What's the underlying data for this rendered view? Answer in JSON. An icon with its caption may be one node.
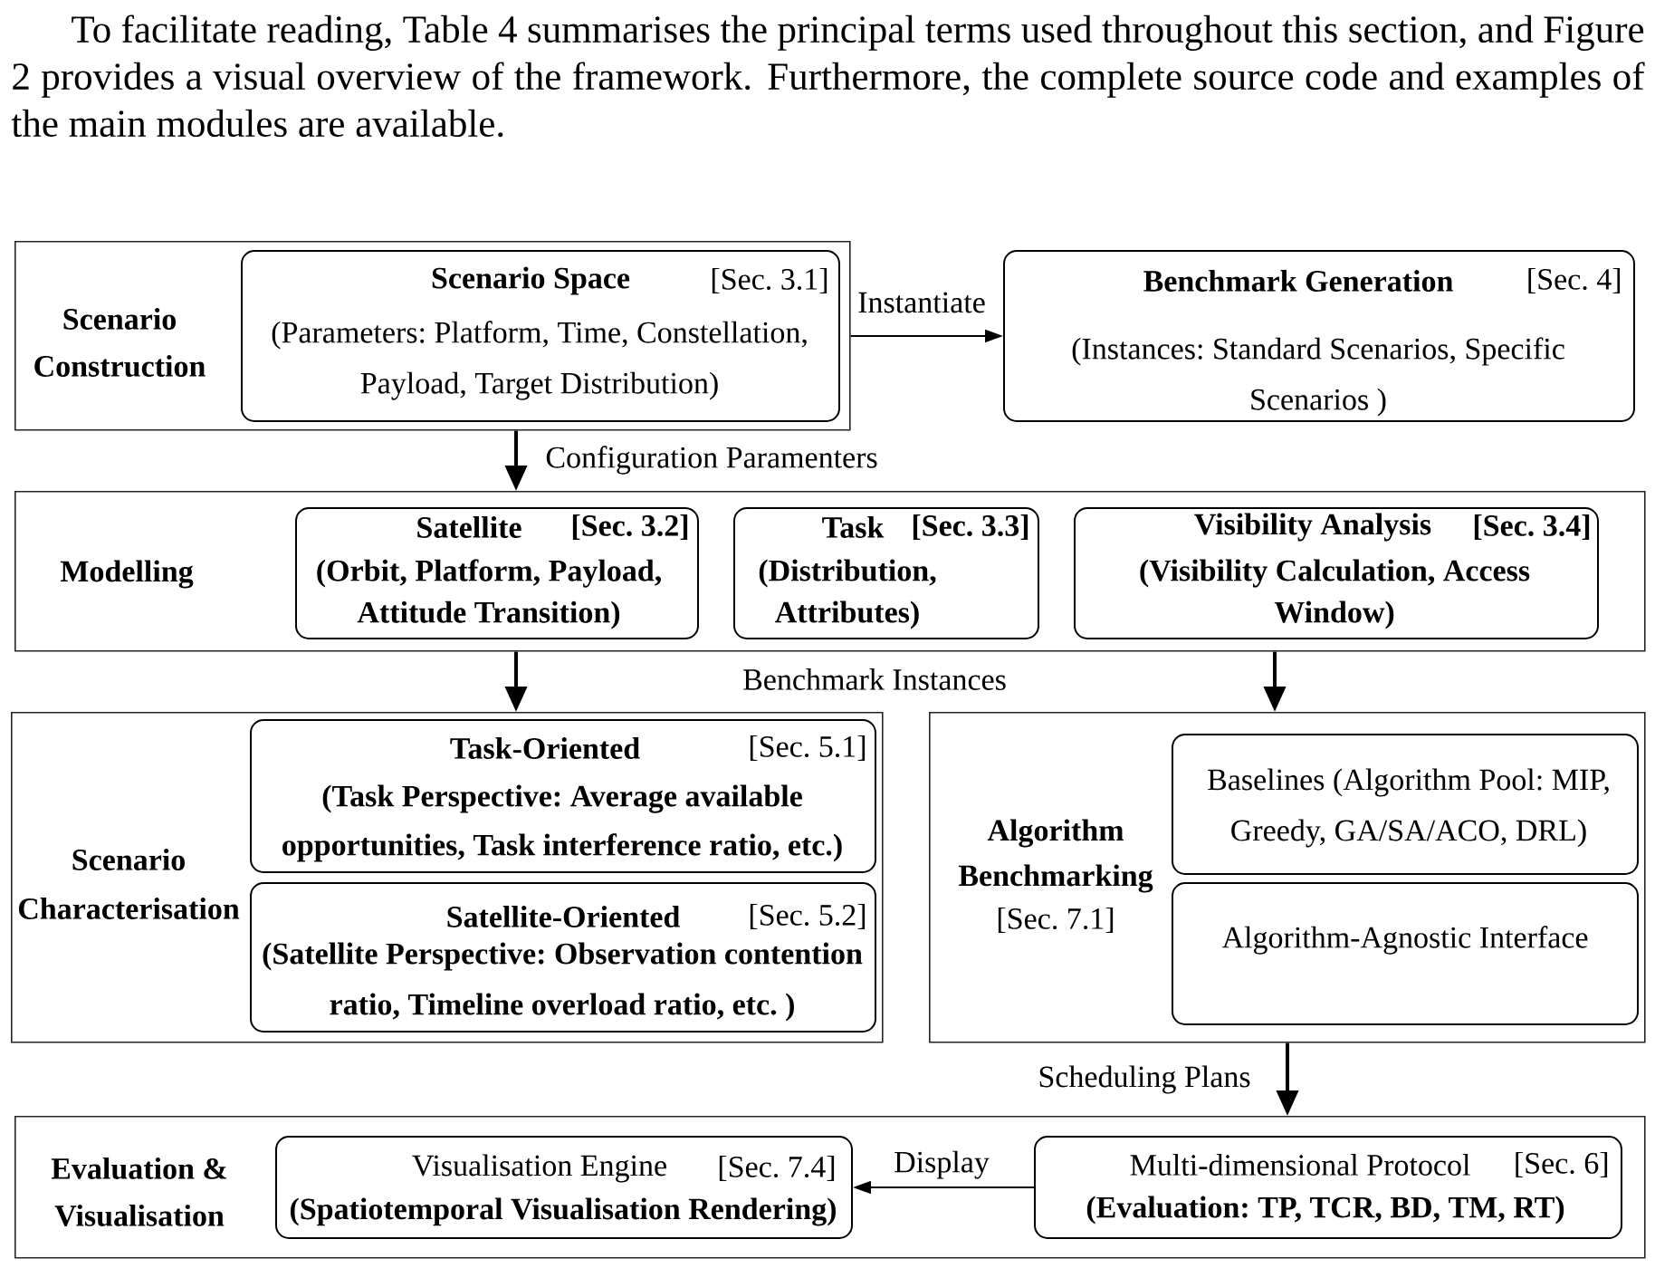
{
  "diagram": {
    "nodes": [
      {
        "text": [
          "Scenario Construction"
        ]
      },
      {
        "text": [
          "Scenario Space",
          "[Sec. 3.1]",
          "(Parameters: Platform, Time, Constellation, Payload, Target Distribution)"
        ],
        "in": 0
      },
      {
        "text": [
          "Benchmark Generation",
          "[Sec. 4]",
          "(Instances: Standard Scenarios, Specific Scenarios )"
        ]
      },
      {
        "text": [
          "Modelling"
        ]
      },
      {
        "text": [
          "Satellite",
          "[Sec. 3.2]",
          "(Orbit, Platform, Payload, Attitude Transition)"
        ],
        "in": 3
      },
      {
        "text": [
          "Task",
          "[Sec. 3.3]",
          "(Distribution, Attributes)"
        ],
        "in": 3
      },
      {
        "text": [
          "Visibility Analysis",
          "[Sec. 3.4]",
          "(Visibility Calculation, Access Window)"
        ],
        "in": 3
      },
      {
        "text": [
          "Scenario Characterisation"
        ]
      },
      {
        "text": [
          "Task-Oriented",
          "[Sec. 5.1]",
          "(Task Perspective: Average available opportunities, Task interference ratio, etc.)"
        ],
        "in": 7
      },
      {
        "text": [
          "Satellite-Oriented",
          "[Sec. 5.2]",
          "(Satellite Perspective: Observation contention ratio, Timeline overload ratio, etc. )"
        ],
        "in": 7
      },
      {
        "text": [
          "Algorithm Benchmarking",
          "[Sec. 7.1]"
        ]
      },
      {
        "text": [
          "Baselines (Algorithm Pool: MIP, Greedy, GA/SA/ACO, DRL)"
        ],
        "in": 10
      },
      {
        "text": [
          "Algorithm-Agnostic Interface"
        ],
        "in": 10
      },
      {
        "text": [
          "Evaluation & Visualisation"
        ]
      },
      {
        "text": [
          "Visualisation Engine",
          "[Sec. 7.4]",
          "(Spatiotemporal Visualisation Rendering)"
        ],
        "in": 13
      },
      {
        "text": [
          "Multi-dimensional Protocol",
          "[Sec. 6]",
          "(Evaluation: TP, TCR, BD, TM, RT)"
        ],
        "in": 13
      }
    ],
    "edges": [
      {
        "from": 0,
        "to": 2,
        "arrow": "to",
        "label": "Instantiate"
      },
      {
        "from": 0,
        "to": 3,
        "arrow": "to",
        "label": "Configuration Paramenters"
      },
      {
        "from": 3,
        "to": 7,
        "arrow": "to"
      },
      {
        "from": 3,
        "to": 10,
        "arrow": "to"
      },
      {
        "from": 10,
        "to": 13,
        "arrow": "to",
        "label": "Scheduling Plans"
      },
      {
        "from": 15,
        "to": 14,
        "arrow": "to",
        "label": "Display"
      }
    ],
    "labels": [
      "To facilitate reading, Table 4 summarises the principal terms used throughout this section, and Figure 2 provides a visual overview of the framework. Furthermore, the complete source code and examples of the main modules are available.",
      "Benchmark Instances"
    ]
  }
}
